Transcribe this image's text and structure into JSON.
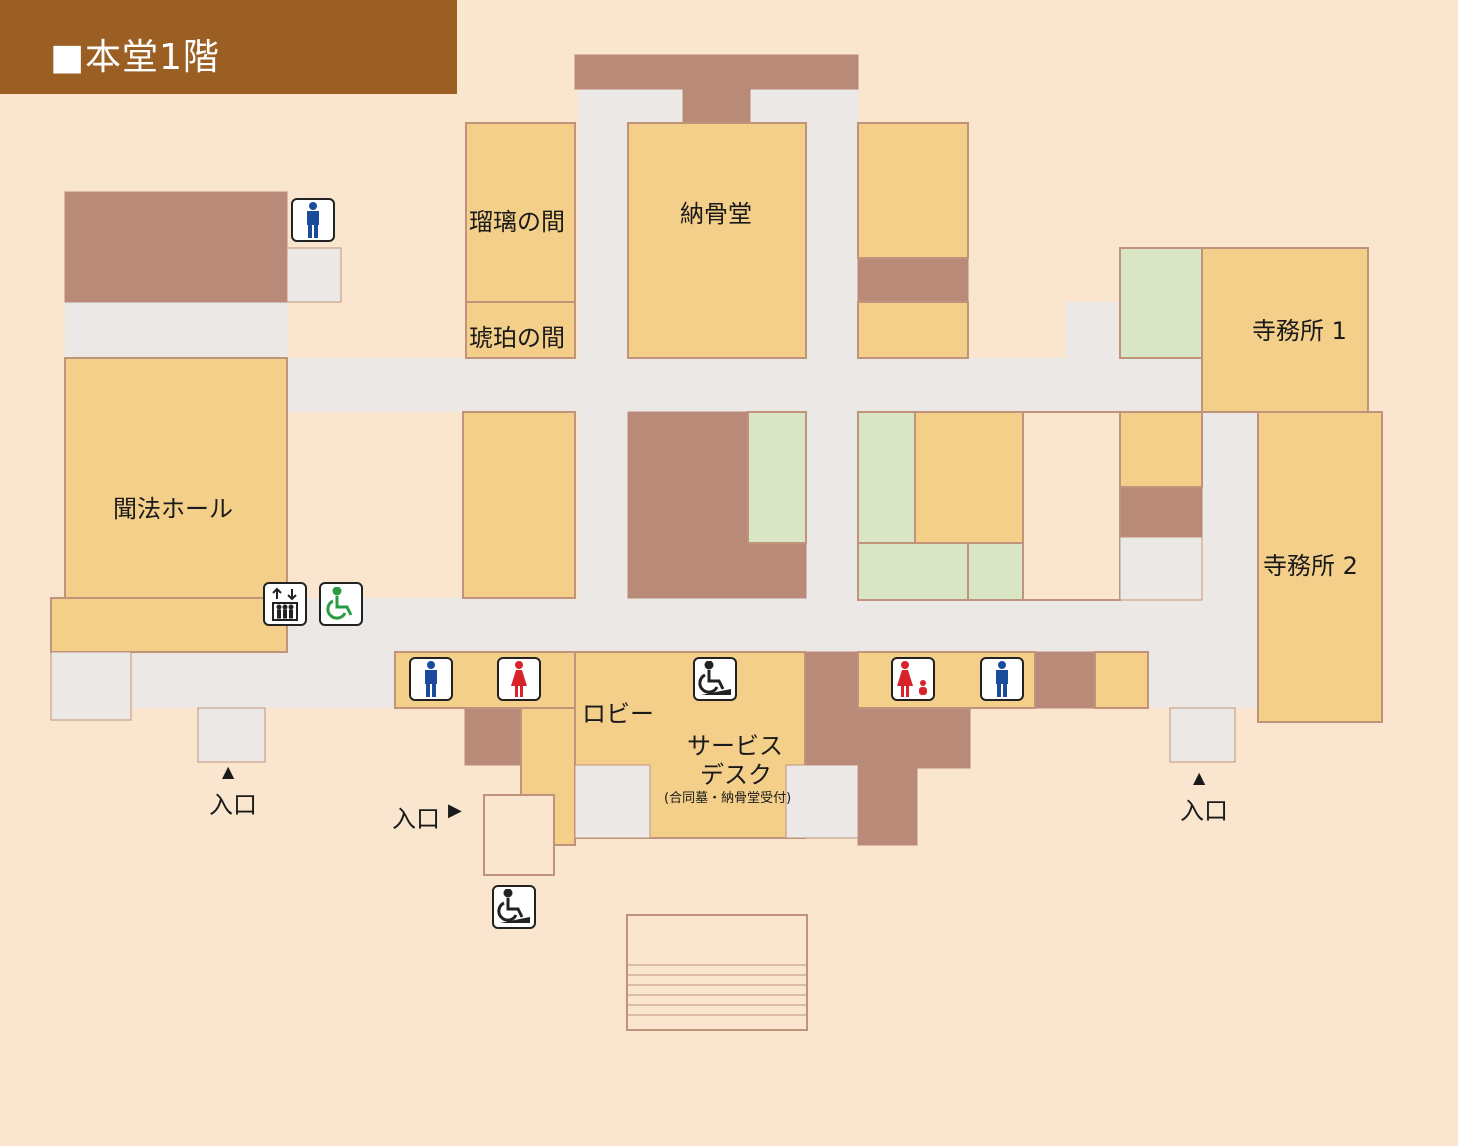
{
  "header": {
    "title": "■本堂1階"
  },
  "rooms": {
    "ruri": "瑠璃の間",
    "kohaku": "琥珀の間",
    "nokotsudo": "納骨堂",
    "monpo_hall": "聞法ホール",
    "office1": "寺務所 1",
    "office2": "寺務所 2",
    "lobby": "ロビー",
    "service_desk_line1": "サービス",
    "service_desk_line2": "デスク",
    "service_desk_note": "(合同墓・納骨堂受付)"
  },
  "entrances": {
    "west": "入口",
    "south": "入口",
    "east": "入口",
    "west_marker": "▲",
    "south_marker": "▶",
    "east_marker": "▲"
  },
  "colors": {
    "header": "#9b5e23",
    "room": "#f4cf8a",
    "corridor": "#ebe8e5",
    "dark": "#b98a77",
    "green": "#d9e6c5",
    "background": "#fae6cf",
    "men": "#1a4b9c",
    "women": "#d9232a",
    "accessible": "#2a9b45"
  }
}
